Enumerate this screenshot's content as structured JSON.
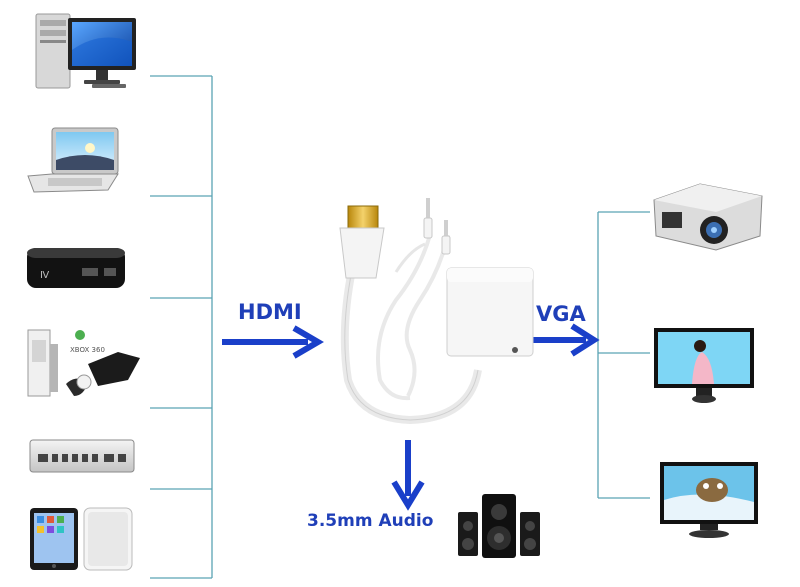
{
  "labels": {
    "hdmi": "HDMI",
    "vga": "VGA",
    "audio": "3.5mm Audio"
  },
  "left_devices": [
    "desktop-computer-icon",
    "laptop-icon",
    "apple-tv-box-icon",
    "game-consoles-icon",
    "mac-mini-icon",
    "tablet-icon"
  ],
  "right_devices": [
    "projector-icon",
    "lcd-monitor-icon",
    "widescreen-monitor-icon"
  ],
  "bottom_devices": [
    "speaker-system-icon"
  ],
  "console_text": "XBOX 360",
  "colors": {
    "connector_line": "#5aa3b4",
    "arrow": "#1a3fc9",
    "label": "#1f3fb8",
    "adapter": "#f2f2f2"
  }
}
